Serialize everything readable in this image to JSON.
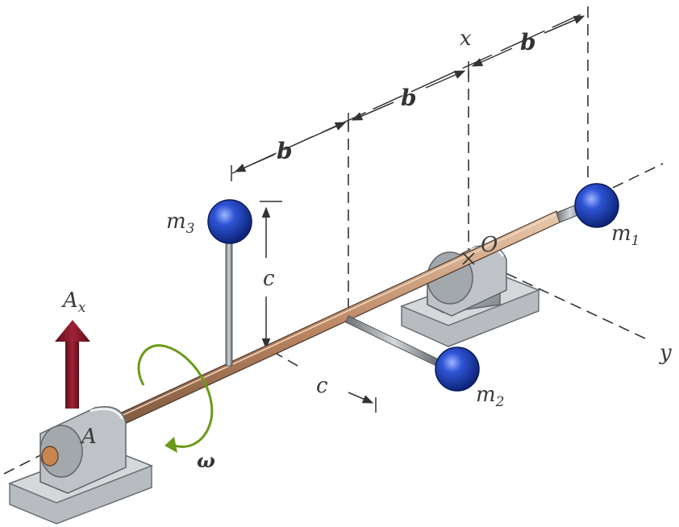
{
  "labels": {
    "b1": "b",
    "b2": "b",
    "b3": "b",
    "x_axis": "x",
    "y_axis": "y",
    "origin": "O",
    "c_vertical": "c",
    "c_horizontal": "c",
    "point_a": "A",
    "omega": "ω",
    "m1": {
      "base": "m",
      "sub": "1"
    },
    "m2": {
      "base": "m",
      "sub": "2"
    },
    "m3": {
      "base": "m",
      "sub": "3"
    },
    "ax": {
      "base": "A",
      "sub": "x"
    }
  },
  "colors": {
    "shaft": "#c89a7a",
    "sphere": "#1c3fb8",
    "arrow": "#8b1a2b",
    "rotation": "#6a9a1a",
    "bearing": "#a9aeb3",
    "base": "#c6c9cc"
  }
}
